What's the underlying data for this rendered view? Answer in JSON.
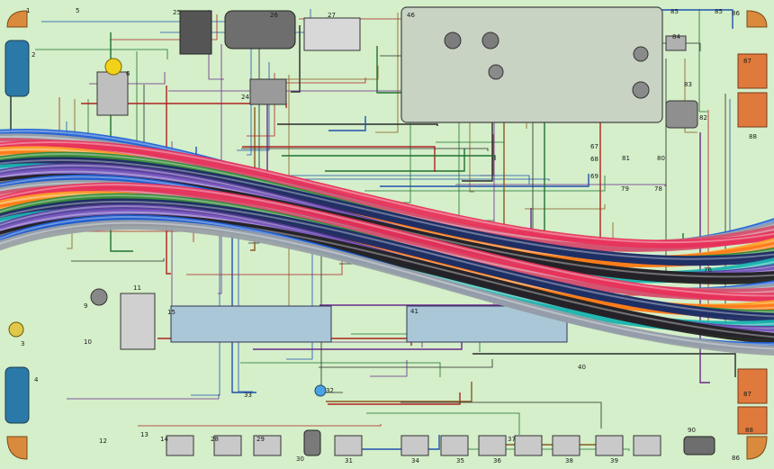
{
  "diagram": {
    "background_color": "#d4efc9",
    "wire_colors": [
      "#1f5fd6",
      "#ff7a1a",
      "#7b5bbf",
      "#e8325a",
      "#19b3b0",
      "#9aa0a6",
      "#2e8b3a",
      "#202020",
      "#ffa02a",
      "#5b3fa0",
      "#d6506e",
      "#1c2a66"
    ],
    "component_labels": [
      {
        "id": "n1",
        "text": "1"
      },
      {
        "id": "n2",
        "text": "2"
      },
      {
        "id": "n3",
        "text": "3"
      },
      {
        "id": "n4",
        "text": "4"
      },
      {
        "id": "n5",
        "text": "5"
      },
      {
        "id": "n6",
        "text": "6"
      },
      {
        "id": "n9",
        "text": "9"
      },
      {
        "id": "n10",
        "text": "10"
      },
      {
        "id": "n11",
        "text": "11"
      },
      {
        "id": "n12",
        "text": "12"
      },
      {
        "id": "n13",
        "text": "13"
      },
      {
        "id": "n14",
        "text": "14"
      },
      {
        "id": "n15",
        "text": "15"
      },
      {
        "id": "n24",
        "text": "24"
      },
      {
        "id": "n25",
        "text": "25"
      },
      {
        "id": "n26",
        "text": "26"
      },
      {
        "id": "n27",
        "text": "27"
      },
      {
        "id": "n28",
        "text": "28"
      },
      {
        "id": "n29",
        "text": "29"
      },
      {
        "id": "n30",
        "text": "30"
      },
      {
        "id": "n31",
        "text": "31"
      },
      {
        "id": "n32",
        "text": "32"
      },
      {
        "id": "n33",
        "text": "33"
      },
      {
        "id": "n34",
        "text": "34"
      },
      {
        "id": "n35",
        "text": "35"
      },
      {
        "id": "n36",
        "text": "36"
      },
      {
        "id": "n37",
        "text": "37"
      },
      {
        "id": "n38",
        "text": "38"
      },
      {
        "id": "n39",
        "text": "39"
      },
      {
        "id": "n40",
        "text": "40"
      },
      {
        "id": "n41",
        "text": "41"
      },
      {
        "id": "n46",
        "text": "46"
      },
      {
        "id": "n67",
        "text": "67"
      },
      {
        "id": "n68",
        "text": "68"
      },
      {
        "id": "n69",
        "text": "69"
      },
      {
        "id": "n76",
        "text": "76"
      },
      {
        "id": "n78",
        "text": "78"
      },
      {
        "id": "n79",
        "text": "79"
      },
      {
        "id": "n80",
        "text": "80"
      },
      {
        "id": "n81",
        "text": "81"
      },
      {
        "id": "n82",
        "text": "82"
      },
      {
        "id": "n83",
        "text": "83"
      },
      {
        "id": "n84",
        "text": "84"
      },
      {
        "id": "n85a",
        "text": "85"
      },
      {
        "id": "n85b",
        "text": "85"
      },
      {
        "id": "n86a",
        "text": "86"
      },
      {
        "id": "n86b",
        "text": "86"
      },
      {
        "id": "n87a",
        "text": "87"
      },
      {
        "id": "n87b",
        "text": "87"
      },
      {
        "id": "n88a",
        "text": "88"
      },
      {
        "id": "n88b",
        "text": "88"
      },
      {
        "id": "n90",
        "text": "90"
      }
    ]
  }
}
